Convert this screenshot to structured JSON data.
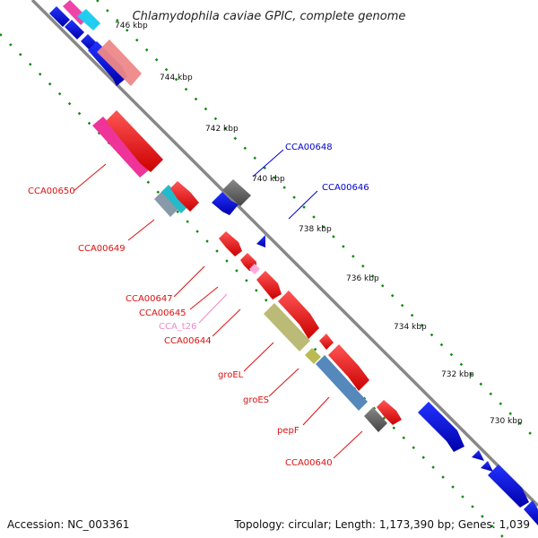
{
  "title": "Chlamydophila caviae GPIC, complete genome",
  "footer": {
    "accession": "Accession: NC_003361",
    "topology": "Topology: circular; Length: 1,173,390 bp; Genes: 1,039"
  },
  "ticks": [
    "746 kbp",
    "744 kbp",
    "742 kbp",
    "740 kbp",
    "738 kbp",
    "736 kbp",
    "734 kbp",
    "732 kbp",
    "730 kbp"
  ],
  "genes": [
    {
      "name": "CCA00650",
      "color": "#dd1111"
    },
    {
      "name": "CCA00649",
      "color": "#dd1111"
    },
    {
      "name": "CCA00648",
      "color": "#0000cc"
    },
    {
      "name": "CCA00646",
      "color": "#0000cc"
    },
    {
      "name": "CCA00647",
      "color": "#dd1111"
    },
    {
      "name": "CCA00645",
      "color": "#dd1111"
    },
    {
      "name": "CCA_t26",
      "color": "#ee88cc"
    },
    {
      "name": "CCA00644",
      "color": "#dd1111"
    },
    {
      "name": "groEL",
      "color": "#dd1111"
    },
    {
      "name": "groES",
      "color": "#dd1111"
    },
    {
      "name": "pepF",
      "color": "#dd1111"
    },
    {
      "name": "CCA00640",
      "color": "#dd1111"
    }
  ],
  "colors": {
    "backbone": "#888888",
    "scale_dots": "#118811",
    "forward_gene": "#ee0000",
    "reverse_gene": "#0000ee"
  }
}
